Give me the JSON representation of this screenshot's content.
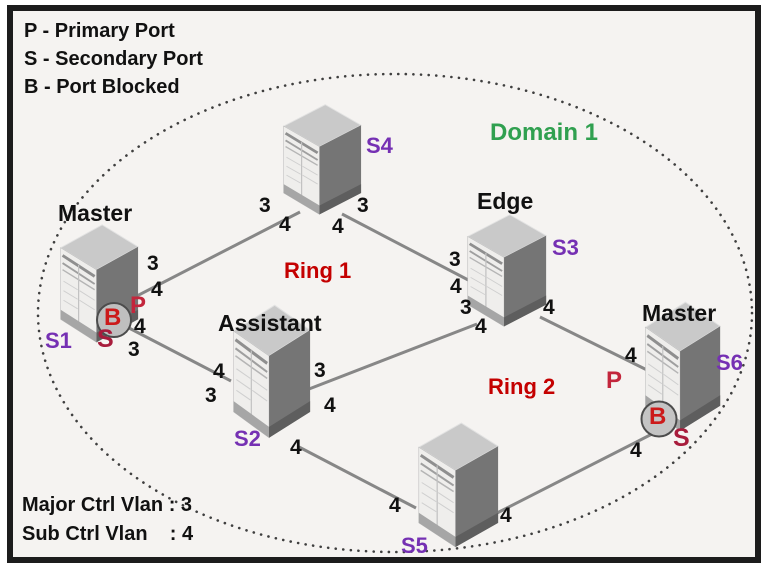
{
  "legend": {
    "line1": "P - Primary Port",
    "line2": "S - Secondary Port",
    "line3": "B - Port Blocked"
  },
  "footer": {
    "line1": "Major Ctrl Vlan : 3",
    "line2": "Sub Ctrl Vlan    : 4"
  },
  "domain": {
    "label": "Domain 1",
    "color": "#30a050"
  },
  "rings": {
    "ring1": {
      "label": "Ring 1"
    },
    "ring2": {
      "label": "Ring 2"
    },
    "color": "#c40000"
  },
  "switches": {
    "s1": {
      "id": "S1",
      "role": "Master"
    },
    "s2": {
      "id": "S2",
      "role": "Assistant"
    },
    "s3": {
      "id": "S3",
      "role": "Edge"
    },
    "s4": {
      "id": "S4"
    },
    "s5": {
      "id": "S5"
    },
    "s6": {
      "id": "S6",
      "role": "Master"
    }
  },
  "ports": {
    "primary": "P",
    "secondary": "S",
    "blocked": "B",
    "primary_color": "#c3263c",
    "secondary_color": "#a81c3c",
    "blocked_color": "#cc1a1a"
  },
  "vlans": {
    "major_ctrl": "3",
    "sub_ctrl": "4"
  },
  "id_color": "#7530b3",
  "links": [
    "S1-S4",
    "S4-S3",
    "S3-S2",
    "S2-S1",
    "S3-S6",
    "S6-S5",
    "S5-S2"
  ],
  "vlan_labels": {
    "s1_up_major": "3",
    "s1_up_sub": "4",
    "s1_down_sub": "4",
    "s1_down_major": "3",
    "s4_left_major": "3",
    "s4_left_sub": "4",
    "s4_right_major": "3",
    "s4_right_sub": "4",
    "s3_upleft_major": "3",
    "s3_upleft_sub": "4",
    "s3_downleft_major": "3",
    "s3_downleft_sub": "4",
    "s3_right_sub": "4",
    "s6_up_sub": "4",
    "s6_down_sub": "4",
    "s2_left_sub": "4",
    "s2_left_major": "3",
    "s2_right_major": "3",
    "s2_right_sub": "4",
    "s2_bottom_sub": "4",
    "s5_left_sub": "4",
    "s5_right_sub": "4"
  }
}
